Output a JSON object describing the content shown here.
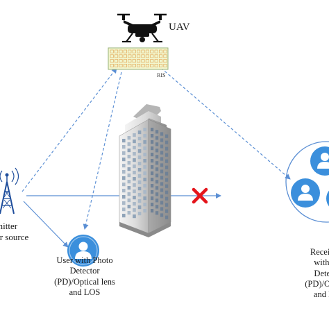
{
  "labels": {
    "uav": "UAV",
    "ris": "RIS",
    "transmitter": [
      "mitter",
      "er source"
    ],
    "user": [
      "User with Photo",
      "Detector",
      "(PD)/Optical lens",
      "and LOS"
    ],
    "receiver": [
      "Receive",
      "with I",
      "Detec",
      "(PD)/Optic",
      "and N"
    ]
  },
  "icons": {
    "uav": "drone-icon",
    "ris": "reflecting-surface-icon",
    "transmitter": "antenna-tower-icon",
    "building": "skyscraper-icon",
    "blocked": "red-x-icon",
    "user": "user-avatar-icon"
  },
  "colors": {
    "link": "#5b8fd4",
    "avatar": "#3b8fdc",
    "blocked": "#e4141b",
    "ris_fill": "#f2f7cf",
    "ris_element": "#e3a85a",
    "drone": "#111111"
  }
}
